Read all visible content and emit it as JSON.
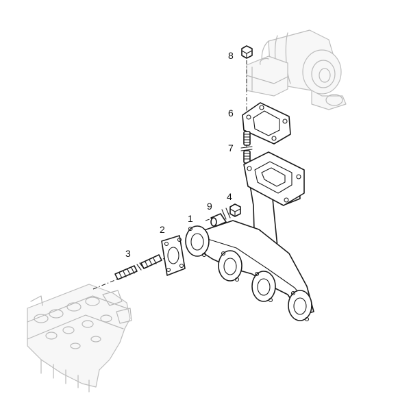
{
  "callouts": {
    "c1": "1",
    "c2": "2",
    "c3": "3",
    "c4": "4",
    "c6": "6",
    "c7": "7",
    "c8": "8",
    "c9": "9"
  },
  "parts": [
    {
      "callout": "1",
      "icon": "exhaust-manifold"
    },
    {
      "callout": "2",
      "icon": "manifold-flange-gasket"
    },
    {
      "callout": "3",
      "icon": "stud"
    },
    {
      "callout": "4",
      "icon": "nut"
    },
    {
      "callout": "6",
      "icon": "turbocharger-flange-gasket"
    },
    {
      "callout": "7",
      "icon": "stud"
    },
    {
      "callout": "8",
      "icon": "nut"
    },
    {
      "callout": "9",
      "icon": "spacer-sleeve"
    }
  ],
  "colors": {
    "line": "#1a1a1a",
    "ghost": "#b9b9b9",
    "background": "#ffffff"
  }
}
